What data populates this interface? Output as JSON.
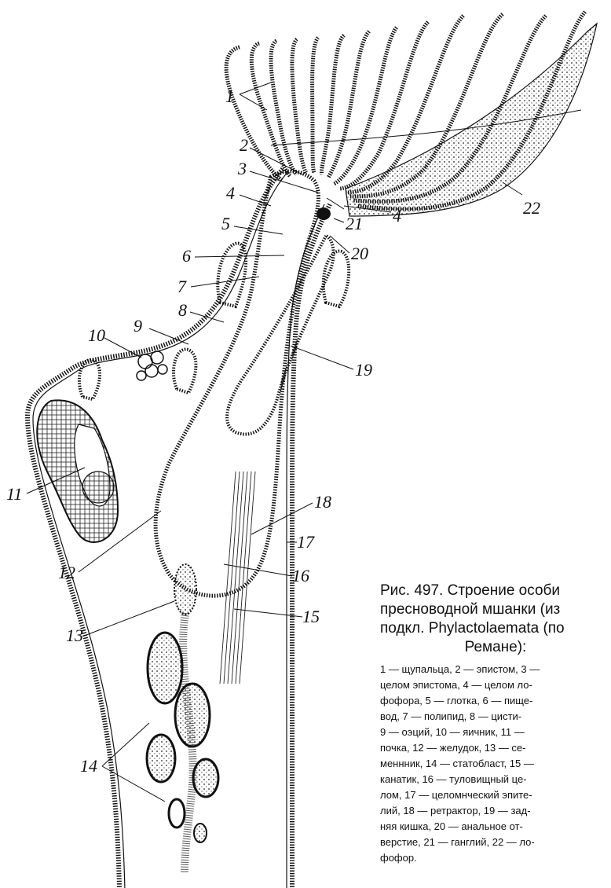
{
  "labels": [
    "1",
    "2",
    "3",
    "4",
    "5",
    "6",
    "7",
    "8",
    "9",
    "10",
    "11",
    "12",
    "13",
    "14",
    "15",
    "16",
    "17",
    "18",
    "19",
    "20",
    "21",
    "22",
    "4"
  ],
  "caption": {
    "title_lines": [
      "Рис. 497.  Строение  особи",
      "пресноводной  мшанки  (из",
      "подкл. Phylactolaemata  (по",
      "Ремане):"
    ],
    "legend_lines": [
      "1 — щупальца,  2 — эпистом,  3 —",
      "целом  эпистома,  4 — целом  ло-",
      "фофора,   5 — глотка,  6 — пище-",
      "вод,  7 — полипид,   8 — цисти-",
      "9 — оэций,   10 — яичник,   11 —",
      "почка,    12 — желудок,   13 — се-",
      "меннник,   14 — статобласт,  15 —",
      "канатик,  16 — туловищный  це-",
      "лом,  17 — целомнческий  эпите-",
      "лий,  18 — ретрактор,   19 — зад-",
      "няя  кишка,  20 — анальное  от-",
      "верстие,  21 — ганглий,   22 — ло-",
      "фофор."
    ]
  }
}
